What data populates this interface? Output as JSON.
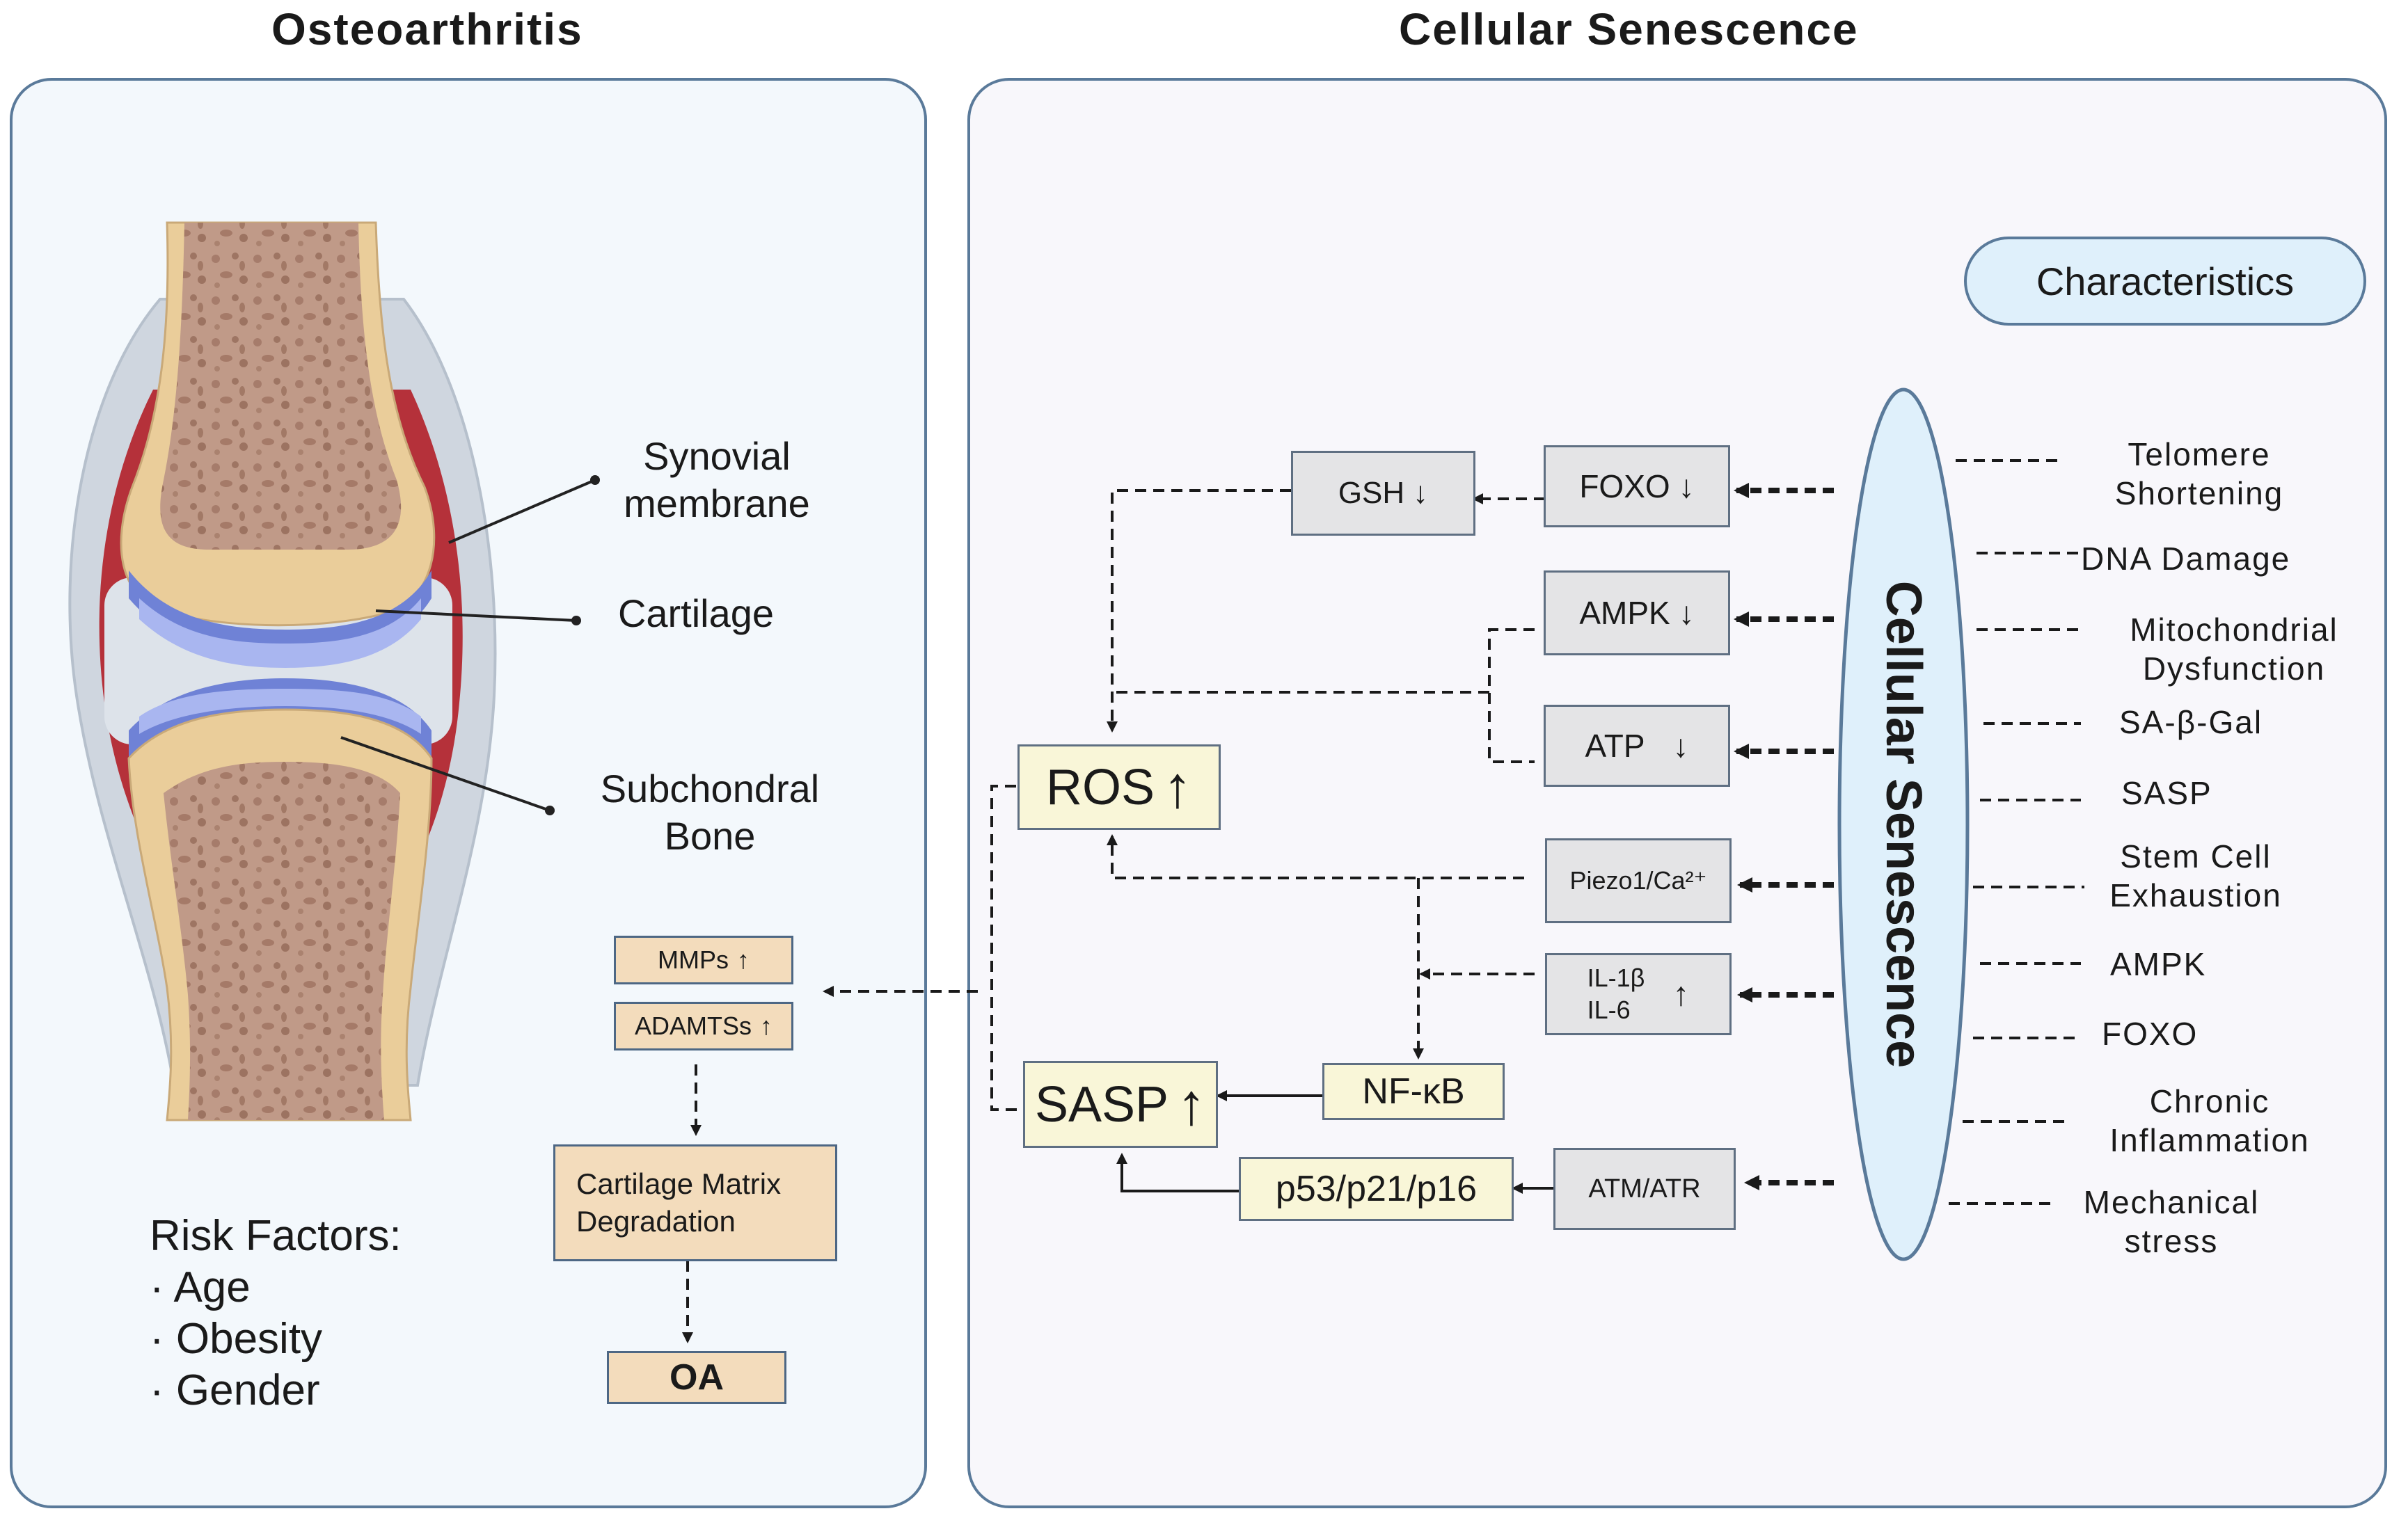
{
  "titles": {
    "left": "Osteoarthritis",
    "right": "Cellular Senescence"
  },
  "joint_labels": {
    "synovial": "Synovial\nmembrane",
    "cartilage": "Cartilage",
    "subchondral": "Subchondral\nBone"
  },
  "risk": {
    "heading": "Risk Factors:",
    "items": [
      "· Age",
      "· Obesity",
      "· Gender"
    ]
  },
  "oa_path": {
    "mmps": "MMPs",
    "adamts": "ADAMTSs",
    "matrix": "Cartilage Matrix\nDegradation",
    "oa": "OA"
  },
  "nodes": {
    "gsh": "GSH",
    "foxo": "FOXO",
    "ampk": "AMPK",
    "atp": "ATP",
    "ros": "ROS",
    "piezo": "Piezo1/Ca²⁺",
    "il1b": "IL-1β",
    "il6": "IL-6",
    "nfkb": "NF-κB",
    "sasp": "SASP",
    "p53": "p53/p21/p16",
    "atm": "ATM/ATR"
  },
  "characteristics_button": "Characteristics",
  "senescence_label": "Cellular Senescence",
  "characteristics": [
    "Telomere\nShortening",
    "DNA Damage",
    "Mitochondrial\nDysfunction",
    "SA-β-Gal",
    "SASP",
    "Stem Cell\nExhaustion",
    "AMPK",
    "FOXO",
    "Chronic\nInflammation",
    "Mechanical\nstress"
  ],
  "colors": {
    "panel_border": "#5a7a9a",
    "left_panel_bg": "#f3f8fc",
    "right_panel_bg": "#f8f7fb",
    "ellipse_fill": "#dff0fb",
    "bone_marrow": "#b58f7c",
    "bone_cortex": "#eacd9a",
    "cartilage_blue": "#6f82d6",
    "synovial_red": "#b5313a"
  }
}
